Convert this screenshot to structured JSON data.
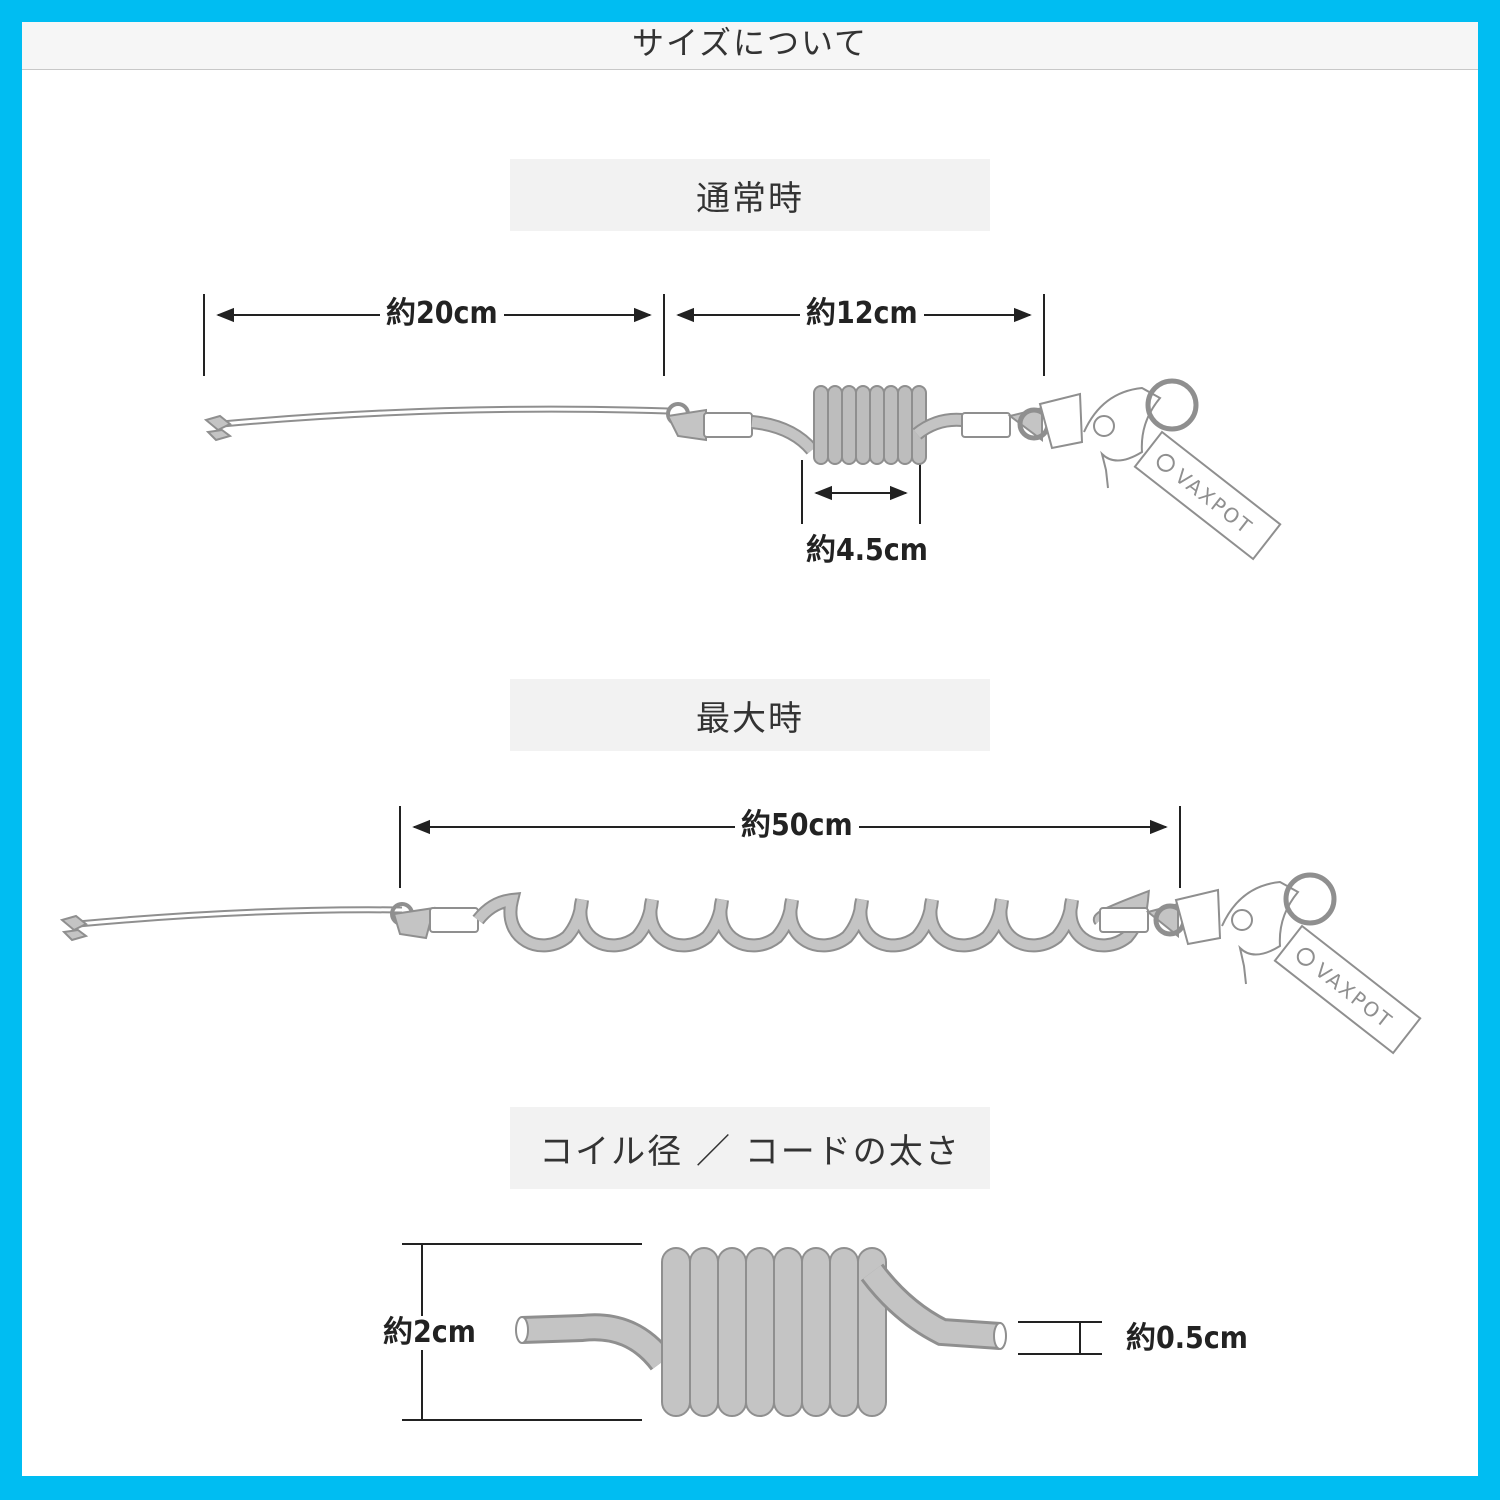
{
  "header": {
    "title": "サイズについて"
  },
  "sections": {
    "normal": {
      "label": "通常時"
    },
    "max": {
      "label": "最大時"
    },
    "coil": {
      "label": "コイル径 ／ コードの太さ"
    }
  },
  "dimensions": {
    "normal_cord": "約20cm",
    "normal_coil": "約12cm",
    "normal_coil_width": "約4.5cm",
    "max_length": "約50cm",
    "coil_diameter": "約2cm",
    "cord_thickness": "約0.5cm"
  },
  "brand_tag": "VAXPOT",
  "colors": {
    "frame": "#00bdf2",
    "cord_fill": "#bdbdbd",
    "cord_stroke": "#8f8f8f",
    "arrow": "#222222",
    "label_bg": "#f2f2f2"
  }
}
